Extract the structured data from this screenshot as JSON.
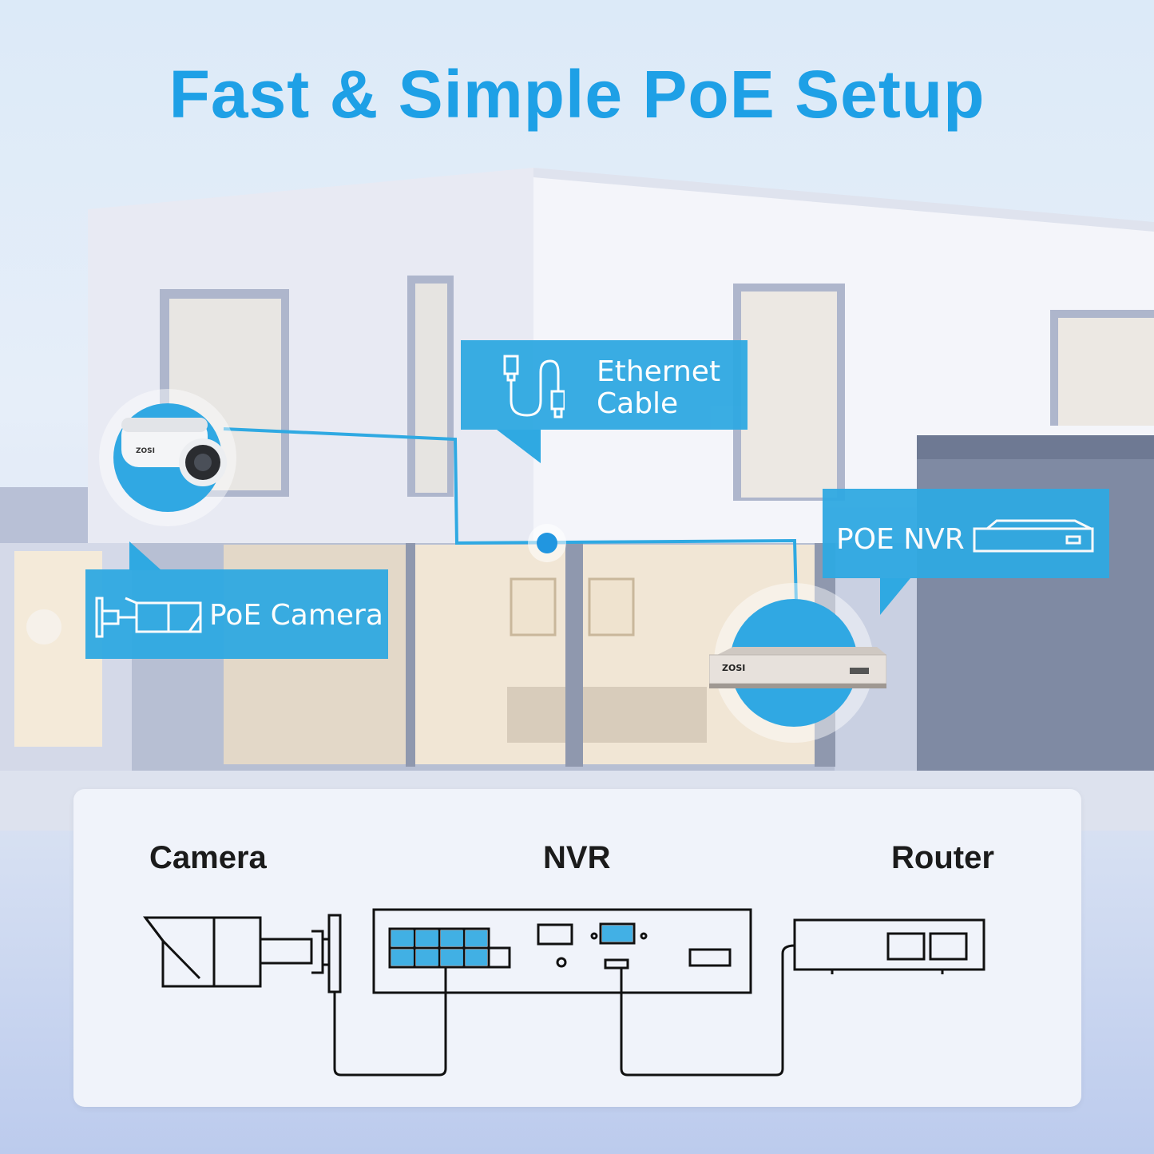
{
  "title": "Fast & Simple PoE Setup",
  "callouts": {
    "ethernet_line1": "Ethernet",
    "ethernet_line2": "Cable",
    "poe_camera": "PoE Camera",
    "poe_nvr": "POE NVR"
  },
  "nvr_brand": "ZOSI",
  "camera_brand": "ZOSI",
  "diagram": {
    "camera_label": "Camera",
    "nvr_label": "NVR",
    "router_label": "Router"
  },
  "colors": {
    "accent": "#2fa9e2",
    "title": "#1ea0e6",
    "line": "#000000"
  }
}
